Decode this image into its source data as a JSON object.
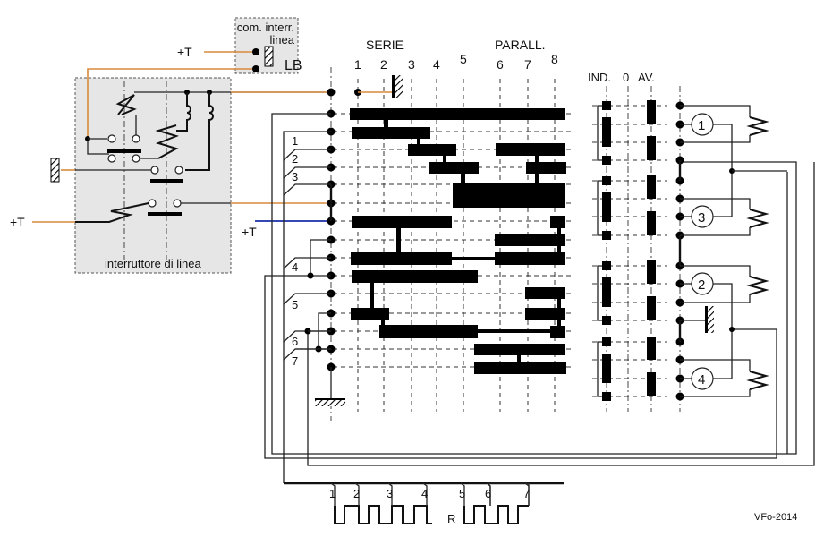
{
  "box_top": {
    "title_line1": "com. interr.",
    "title_line2": "linea",
    "label": "LB",
    "input_label": "+T"
  },
  "box_left": {
    "caption": "interruttore di linea",
    "input_label": "+T"
  },
  "blue_input_label": "+T",
  "controller": {
    "serie_label": "SERIE",
    "parall_label": "PARALL.",
    "positions": [
      "1",
      "2",
      "3",
      "4",
      "5",
      "6",
      "7",
      "8"
    ]
  },
  "reverser": {
    "labels": [
      "IND.",
      "0",
      "AV."
    ]
  },
  "motors": [
    "1",
    "3",
    "2",
    "4"
  ],
  "resistor_taps": [
    "1",
    "2",
    "3",
    "4",
    "5",
    "6",
    "7"
  ],
  "resistor_label": "R",
  "row_taps": [
    "1",
    "2",
    "3",
    "4",
    "5",
    "6",
    "7"
  ],
  "credit": "VFo-2014",
  "colors": {
    "orange_wire": "#d98a3c",
    "blue_wire": "#1a2ea8",
    "box_fill": "#e6e6e6"
  }
}
